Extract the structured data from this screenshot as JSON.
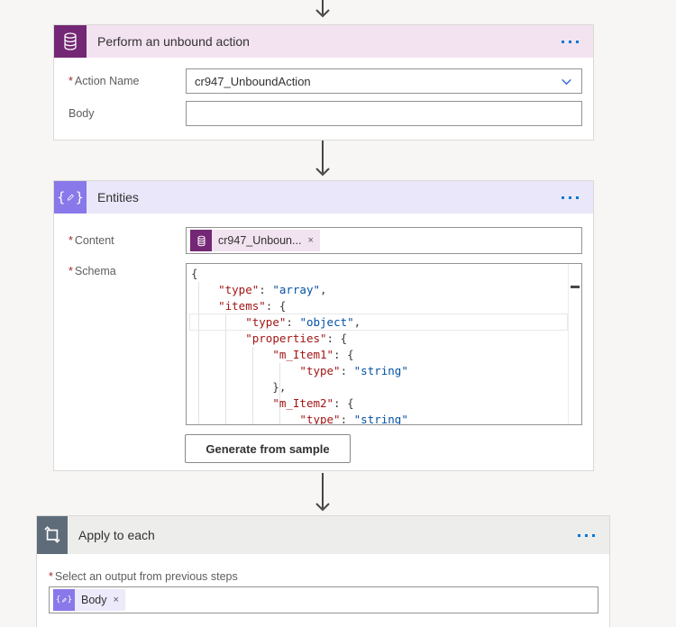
{
  "colors": {
    "canvas_bg": "#f7f6f5",
    "dataverse_brand": "#742774",
    "dataverse_header": "#f3e3f1",
    "parsejson_brand": "#8878e9",
    "parsejson_header": "#eae7fa",
    "apply_brand": "#5e6c7a",
    "apply_header": "#ededec",
    "menu_accent": "#0078d4",
    "json_key": "#a31515",
    "json_value": "#0451a5",
    "required_red": "#a4262c"
  },
  "cards": {
    "unbound_action": {
      "title": "Perform an unbound action",
      "fields": {
        "action_name": {
          "required": "*",
          "label": "Action Name",
          "value": "cr947_UnboundAction"
        },
        "body": {
          "label": "Body",
          "value": ""
        }
      }
    },
    "entities": {
      "title": "Entities",
      "fields": {
        "content": {
          "required": "*",
          "label": "Content",
          "token": {
            "text": "cr947_Unboun...",
            "remove": "×"
          }
        },
        "schema": {
          "required": "*",
          "label": "Schema"
        }
      },
      "generate_button": "Generate from sample",
      "schema_editor": {
        "lines": [
          [
            {
              "c": "p",
              "t": "{"
            }
          ],
          [
            {
              "c": "p",
              "t": "    "
            },
            {
              "c": "k",
              "t": "\"type\""
            },
            {
              "c": "p",
              "t": ": "
            },
            {
              "c": "v",
              "t": "\"array\""
            },
            {
              "c": "p",
              "t": ","
            }
          ],
          [
            {
              "c": "p",
              "t": "    "
            },
            {
              "c": "k",
              "t": "\"items\""
            },
            {
              "c": "p",
              "t": ": {"
            }
          ],
          [
            {
              "c": "p",
              "t": "        "
            },
            {
              "c": "k",
              "t": "\"type\""
            },
            {
              "c": "p",
              "t": ": "
            },
            {
              "c": "v",
              "t": "\"object\""
            },
            {
              "c": "p",
              "t": ","
            }
          ],
          [
            {
              "c": "p",
              "t": "        "
            },
            {
              "c": "k",
              "t": "\"properties\""
            },
            {
              "c": "p",
              "t": ": {"
            }
          ],
          [
            {
              "c": "p",
              "t": "            "
            },
            {
              "c": "k",
              "t": "\"m_Item1\""
            },
            {
              "c": "p",
              "t": ": {"
            }
          ],
          [
            {
              "c": "p",
              "t": "                "
            },
            {
              "c": "k",
              "t": "\"type\""
            },
            {
              "c": "p",
              "t": ": "
            },
            {
              "c": "v",
              "t": "\"string\""
            }
          ],
          [
            {
              "c": "p",
              "t": "            },"
            }
          ],
          [
            {
              "c": "p",
              "t": "            "
            },
            {
              "c": "k",
              "t": "\"m_Item2\""
            },
            {
              "c": "p",
              "t": ": {"
            }
          ],
          [
            {
              "c": "p",
              "t": "                "
            },
            {
              "c": "k",
              "t": "\"type\""
            },
            {
              "c": "p",
              "t": ": "
            },
            {
              "c": "v",
              "t": "\"string\""
            }
          ]
        ]
      }
    },
    "apply_to_each": {
      "title": "Apply to each",
      "field": {
        "required": "*",
        "label": "Select an output from previous steps",
        "token": {
          "text": "Body",
          "remove": "×"
        }
      }
    }
  }
}
